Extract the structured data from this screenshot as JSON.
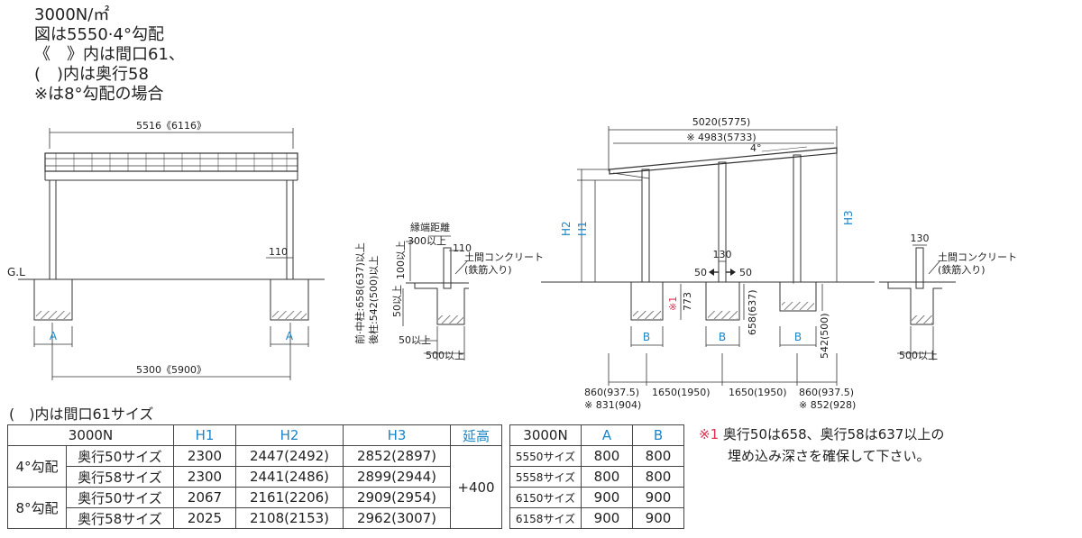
{
  "header": {
    "load": "3000N/㎡",
    "figure_note": "図は5550·4°勾配",
    "note_double_bracket": "《　》内は間口61、",
    "note_paren": "(　)内は奥行58",
    "note_star": "※は8°勾配の場合"
  },
  "front_view": {
    "width_top": "5516《6116》",
    "ground_label": "G.L",
    "post_width": "110",
    "span_bottom": "5300《5900》",
    "foundation_labels": [
      "A",
      "A"
    ]
  },
  "section_view": {
    "vertical_note_line1": "前·中柱:658(637)以上",
    "vertical_note_line2": "後柱:542(500)以上",
    "edge_distance": "縁端距離",
    "min_300": "300以上",
    "post_110": "110",
    "min_100": "100以上",
    "slab_label_1": "土間コンクリート",
    "slab_label_2": "(鉄筋入り)",
    "min_50_v": "50以上",
    "min_50_h": "50以上",
    "min_500": "500以上"
  },
  "side_view": {
    "depth_top": "5020(5775)",
    "depth_star": "※ 4983(5733)",
    "angle": "4°",
    "h1": "H1",
    "h2": "H2",
    "h3": "H3",
    "post_130": "130",
    "offset_left": "50",
    "offset_right": "50",
    "star1": "※1",
    "embed_773": "773",
    "embed_658": "658(637)",
    "embed_542": "542(500)",
    "foundation_labels": [
      "B",
      "B",
      "B"
    ],
    "bottom_dims": [
      "860(937.5)",
      "1650(1950)",
      "1650(1950)",
      "860(937.5)"
    ],
    "bottom_star_left": "※ 831(904)",
    "bottom_star_right": "※ 852(928)"
  },
  "detail_view": {
    "post_130": "130",
    "slab_label_1": "土間コンクリート",
    "slab_label_2": "(鉄筋入り)",
    "min_500": "500以上"
  },
  "table_caption": "(　)内は間口61サイズ",
  "table1": {
    "header": [
      "3000N",
      "H1",
      "H2",
      "H3",
      "延高"
    ],
    "groups": [
      {
        "name": "4°勾配",
        "rows": [
          {
            "label": "奥行50サイズ",
            "h1": "2300",
            "h2": "2447(2492)",
            "h3": "2852(2897)"
          },
          {
            "label": "奥行58サイズ",
            "h1": "2300",
            "h2": "2441(2486)",
            "h3": "2899(2944)"
          }
        ]
      },
      {
        "name": "8°勾配",
        "rows": [
          {
            "label": "奥行50サイズ",
            "h1": "2067",
            "h2": "2161(2206)",
            "h3": "2909(2954)"
          },
          {
            "label": "奥行58サイズ",
            "h1": "2025",
            "h2": "2108(2153)",
            "h3": "2962(3007)"
          }
        ]
      }
    ],
    "extension": "+400"
  },
  "table2": {
    "header": [
      "3000N",
      "A",
      "B"
    ],
    "rows": [
      [
        "5550サイズ",
        "800",
        "800"
      ],
      [
        "5558サイズ",
        "800",
        "800"
      ],
      [
        "6150サイズ",
        "900",
        "900"
      ],
      [
        "6158サイズ",
        "900",
        "900"
      ]
    ]
  },
  "footnote": {
    "mark": "※1",
    "line1": "奥行50は658、奥行58は637以上の",
    "line2": "埋め込み深さを確保して下さい。"
  },
  "colors": {
    "accent_blue": "#1a86c8",
    "accent_red": "#e03050"
  }
}
